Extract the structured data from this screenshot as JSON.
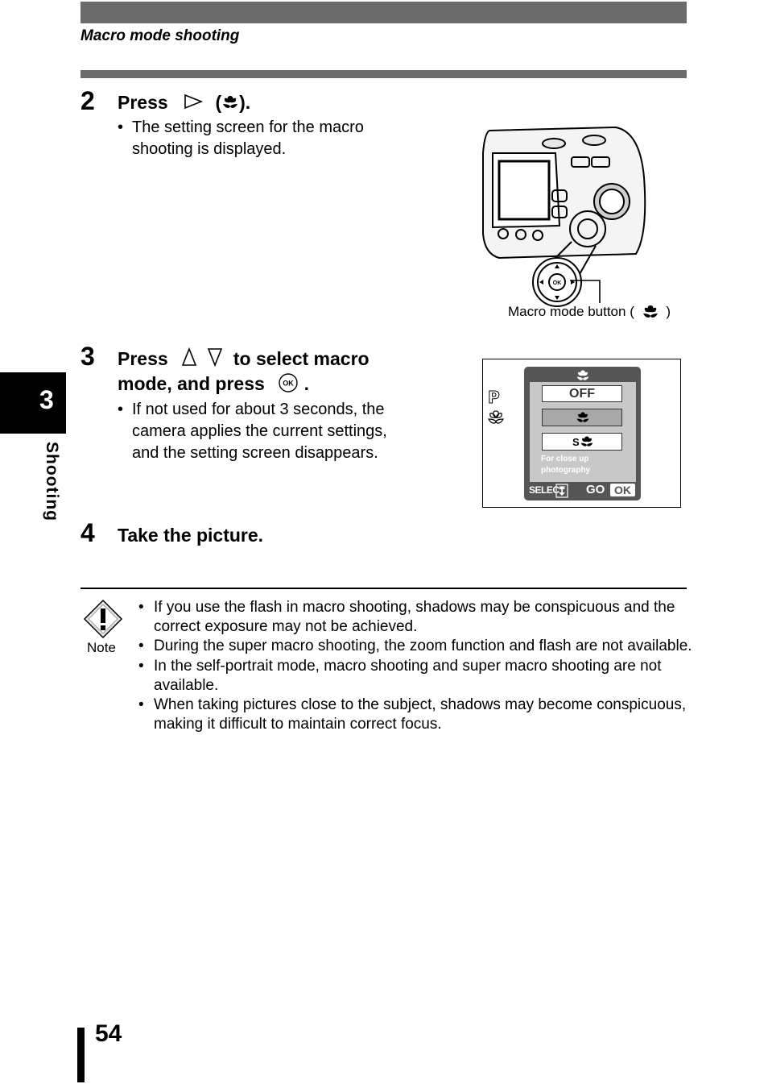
{
  "header": {
    "title": "Macro mode shooting"
  },
  "side_tab": {
    "chapter": "3",
    "label": "Shooting"
  },
  "steps": [
    {
      "number": "2",
      "press": "Press",
      "suffix": ").",
      "paren_open": "(",
      "bullet_lines": [
        "The setting screen for the macro",
        "shooting is displayed."
      ]
    },
    {
      "number": "3",
      "line1_a": "Press",
      "line1_b": "to select macro",
      "line2_a": "mode, and press",
      "line2_b": ".",
      "bullet_lines": [
        "If not used for about 3 seconds, the",
        "camera applies the current settings,",
        "and the setting screen disappears."
      ]
    },
    {
      "number": "4",
      "text": "Take the picture."
    }
  ],
  "camera_figure": {
    "callout_text": "Macro mode button (",
    "callout_close": ")",
    "ok_label": "OK"
  },
  "lcd": {
    "mode_letter": "P",
    "options": [
      "OFF",
      "",
      "S"
    ],
    "description_lines": [
      "For close up",
      "photography"
    ],
    "footer_select": "SELECT",
    "footer_go": "GO",
    "footer_ok": "OK"
  },
  "note": {
    "label": "Note",
    "items": [
      "If you use the flash in macro shooting, shadows may be conspicuous and the correct exposure may not be achieved.",
      "During the super macro shooting, the zoom function and flash are not available.",
      "In the self-portrait mode, macro shooting and super macro shooting are not available.",
      "When taking pictures close to the subject, shadows may become conspicuous, making it difficult to maintain correct focus."
    ]
  },
  "page_number": "54",
  "colors": {
    "bar_gray": "#6b6b6b",
    "lcd_dark": "#555555",
    "lcd_panel": "#c8c8c8",
    "text": "#000000"
  }
}
